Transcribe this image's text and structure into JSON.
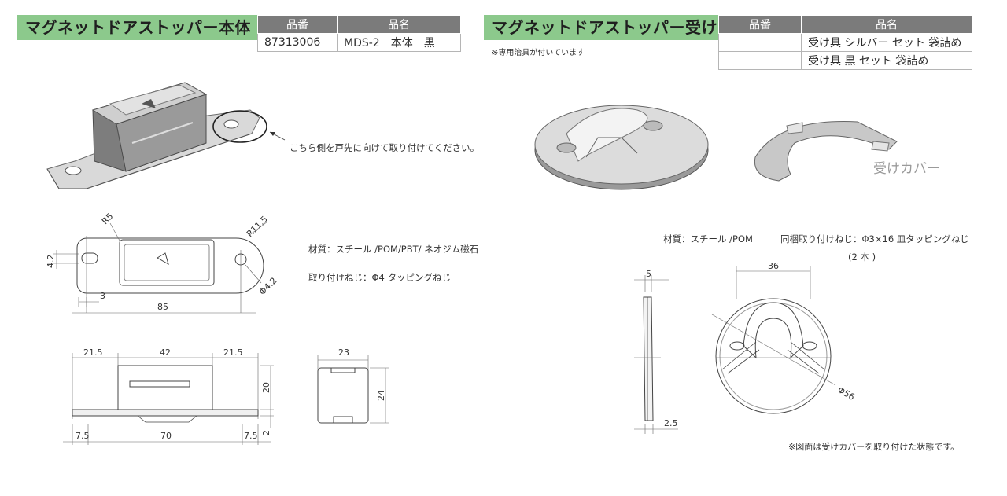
{
  "left": {
    "header": "マグネットドアストッパー本体",
    "table": {
      "headers": [
        "品番",
        "品名"
      ],
      "rows": [
        [
          "87313006",
          "MDS-2　本体　黒"
        ]
      ]
    },
    "install_note": "こちら側を戸先に向けて取り付けてください。",
    "material": "材質：スチール /POM/PBT/ ネオジム磁石",
    "screw": "取り付けねじ：Φ4 タッピングねじ",
    "dims": {
      "r5": "R5",
      "r115": "R11.5",
      "h42": "4.2",
      "d3": "3",
      "w85": "85",
      "phi42": "Φ4.2",
      "w215a": "21.5",
      "w42": "42",
      "w215b": "21.5",
      "h20": "20",
      "h2": "2",
      "w75a": "7.5",
      "w70": "70",
      "w75b": "7.5",
      "w23": "23",
      "h24": "24"
    }
  },
  "right": {
    "header": "マグネットドアストッパー受け",
    "sub_note": "※専用治具が付いています",
    "table": {
      "headers": [
        "品番",
        "品名"
      ],
      "rows": [
        [
          "",
          "受け具 シルバー セット 袋詰め"
        ],
        [
          "",
          "受け具 黒 セット 袋詰め"
        ]
      ]
    },
    "cover_label": "受けカバー",
    "material": "材質：スチール /POM",
    "screw": "同梱取り付けねじ：Φ3×16 皿タッピングねじ",
    "screw_count": "(2 本 )",
    "dims": {
      "w5": "5",
      "w36": "36",
      "w25": "2.5",
      "phi56": "Φ56"
    },
    "footnote": "※図面は受けカバーを取り付けた状態です。"
  }
}
